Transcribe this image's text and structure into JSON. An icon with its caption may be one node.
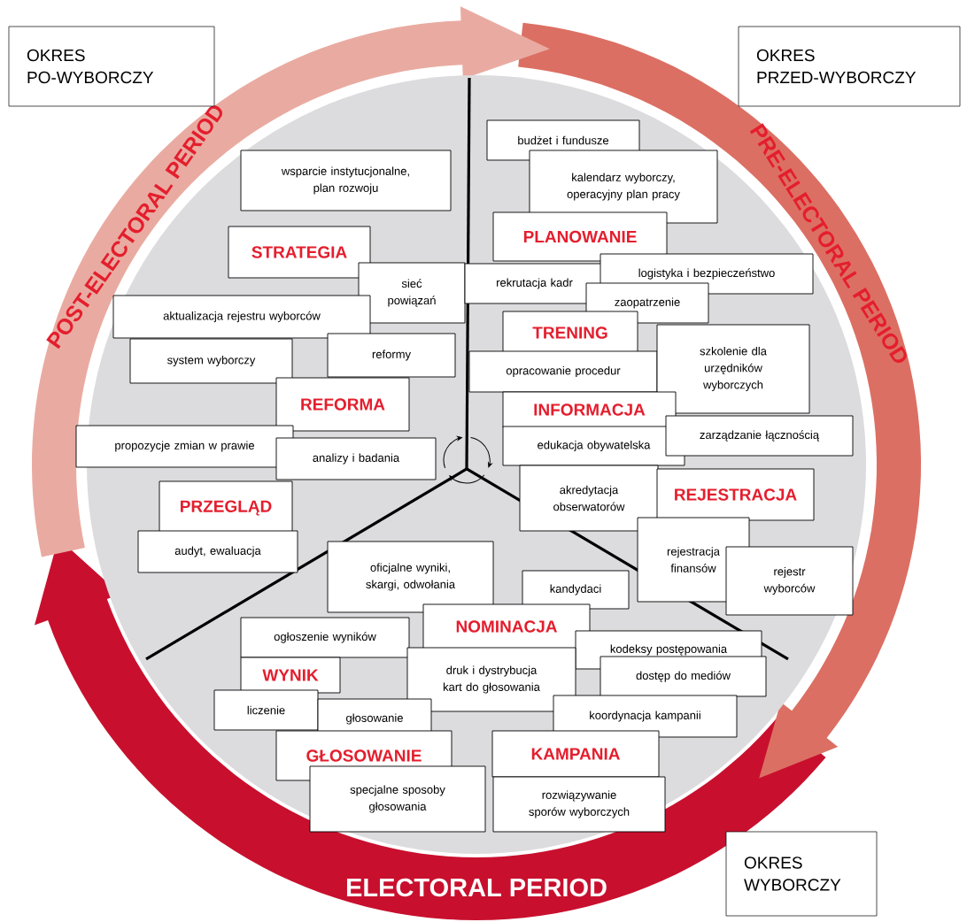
{
  "diagram": {
    "nodes": [
      {
        "text": [
          "OKRES PO-WYBORCZY"
        ]
      },
      {
        "text": [
          "OKRES PRZED-WYBORCZY"
        ]
      },
      {
        "text": [
          "wsparcie instytucjonalne, plan rozwoju"
        ]
      },
      {
        "text": [
          "STRATEGIA"
        ]
      },
      {
        "text": [
          "sieć powiązań"
        ]
      },
      {
        "text": [
          "aktualizacja rejestru wyborców"
        ]
      },
      {
        "text": [
          "system wyborczy"
        ]
      },
      {
        "text": [
          "reformy"
        ]
      },
      {
        "text": [
          "REFORMA"
        ]
      },
      {
        "text": [
          "propozycje zmian w prawie"
        ]
      },
      {
        "text": [
          "analizy i badania"
        ]
      },
      {
        "text": [
          "PRZEGLĄD"
        ]
      },
      {
        "text": [
          "audyt, ewaluacja"
        ]
      },
      {
        "text": [
          "budżet i fundusze"
        ]
      },
      {
        "text": [
          "kalendarz wyborczy, operacyjny plan pracy"
        ]
      },
      {
        "text": [
          "PLANOWANIE"
        ]
      },
      {
        "text": [
          "rekrutacja kadr"
        ]
      },
      {
        "text": [
          "logistyka i bezpieczeństwo"
        ]
      },
      {
        "text": [
          "zaopatrzenie"
        ]
      },
      {
        "text": [
          "TRENING"
        ]
      },
      {
        "text": [
          "opracowanie procedur"
        ]
      },
      {
        "text": [
          "szkolenie dla urzędników wyborczych"
        ]
      },
      {
        "text": [
          "INFORMACJA"
        ]
      },
      {
        "text": [
          "edukacja obywatelska"
        ]
      },
      {
        "text": [
          "zarządzanie łącznością"
        ]
      },
      {
        "text": [
          "akredytacja obserwatorów"
        ]
      },
      {
        "text": [
          "REJESTRACJA"
        ]
      },
      {
        "text": [
          "rejestracja finansów"
        ]
      },
      {
        "text": [
          "rejestr wyborców"
        ]
      },
      {
        "text": [
          "oficjalne wyniki, skargi, odwołania"
        ]
      },
      {
        "text": [
          "kandydaci"
        ]
      },
      {
        "text": [
          "NOMINACJA"
        ]
      },
      {
        "text": [
          "ogłoszenie wyników"
        ]
      },
      {
        "text": [
          "kodeksy postępowania"
        ]
      },
      {
        "text": [
          "WYNIK"
        ]
      },
      {
        "text": [
          "druk i dystrybucja kart do głosowania"
        ]
      },
      {
        "text": [
          "dostęp do mediów"
        ]
      },
      {
        "text": [
          "liczenie"
        ]
      },
      {
        "text": [
          "głosowanie"
        ]
      },
      {
        "text": [
          "koordynacja kampanii"
        ]
      },
      {
        "text": [
          "GŁOSOWANIE"
        ]
      },
      {
        "text": [
          "KAMPANIA"
        ]
      },
      {
        "text": [
          "specjalne sposoby głosowania"
        ]
      },
      {
        "text": [
          "rozwiązywanie sporów wyborczych"
        ]
      },
      {
        "text": [
          "OKRES WYBORCZY"
        ]
      }
    ],
    "labels": [
      "POST-ELECTORAL PERIOD",
      "PRE-ELECTORAL PERIOD",
      "ELECTORAL PERIOD"
    ]
  }
}
